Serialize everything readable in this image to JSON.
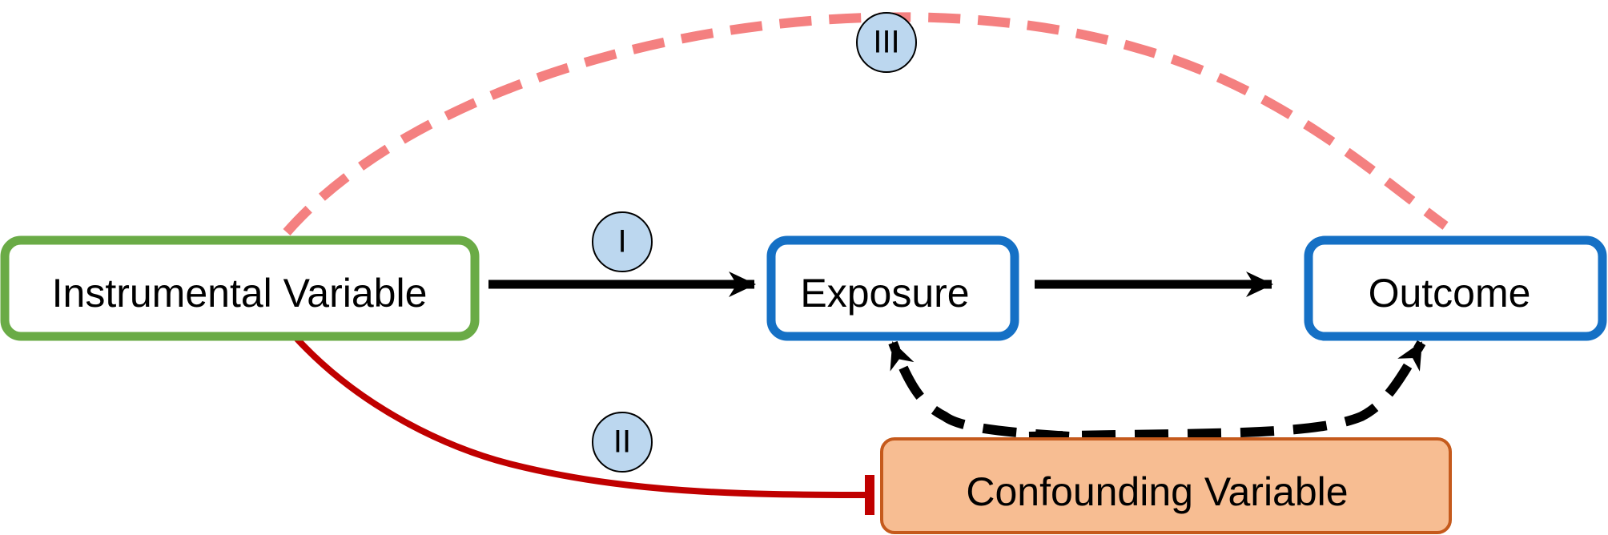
{
  "nodes": {
    "instrument": {
      "label": "Instrumental Variable",
      "border": "#6aab46"
    },
    "exposure": {
      "label": "Exposure",
      "border": "#1570c5"
    },
    "outcome": {
      "label": "Outcome",
      "border": "#1570c5"
    },
    "confounder": {
      "label": "Confounding Variable",
      "border": "#c55a1c",
      "fill": "#f7bd92"
    }
  },
  "badges": {
    "one": {
      "label": "I"
    },
    "two": {
      "label": "II"
    },
    "three": {
      "label": "III"
    },
    "fill": "#bcd7ef"
  },
  "edge_colors": {
    "causal": "#000000",
    "blocked": "#c00000",
    "excluded": "#f48080"
  }
}
